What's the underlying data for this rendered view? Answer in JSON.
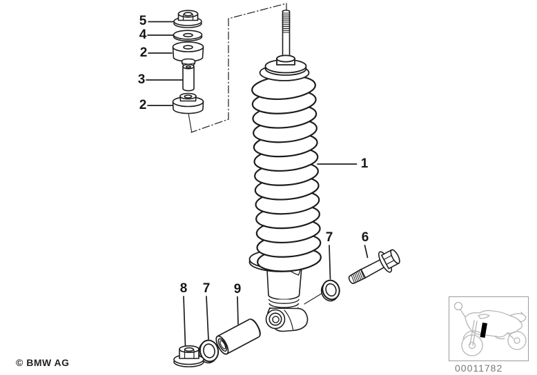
{
  "diagram": {
    "callouts": [
      "5",
      "4",
      "2",
      "3",
      "2",
      "1",
      "7",
      "6",
      "8",
      "7",
      "9"
    ]
  },
  "footer": {
    "copyright": "© BMW AG"
  },
  "thumbnail": {
    "part_number": "00011782"
  },
  "colors": {
    "line": "#1c1c1c",
    "thumbnail_sketch": "#b5b5b5",
    "part_number_text": "#757575"
  }
}
